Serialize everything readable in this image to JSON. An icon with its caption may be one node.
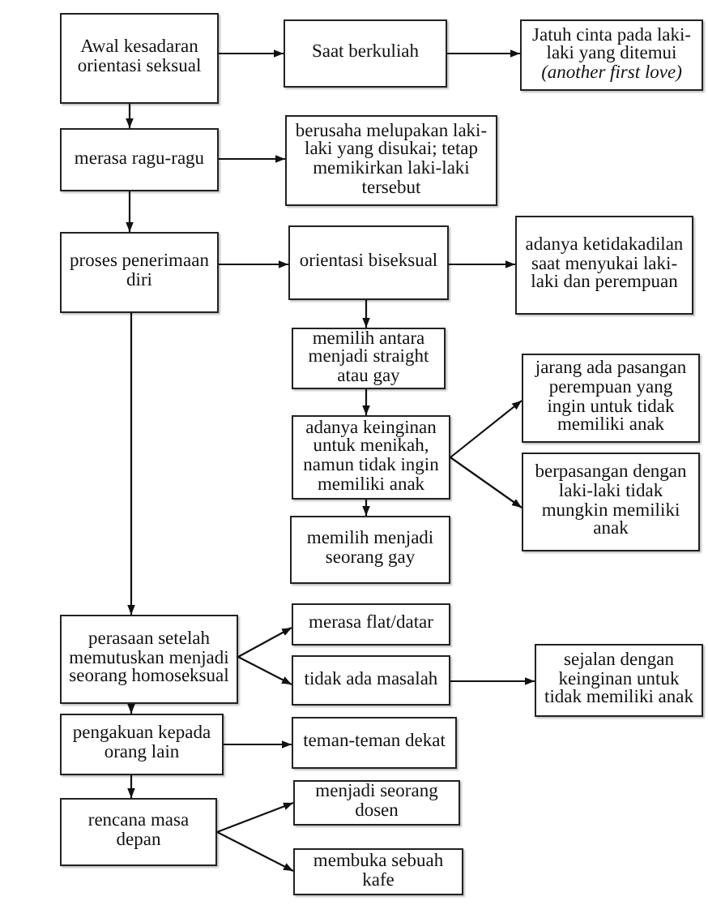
{
  "diagram": {
    "nodes": [
      {
        "text": [
          "Awal kesadaran orientasi seksual"
        ]
      },
      {
        "text": [
          "Saat berkuliah"
        ]
      },
      {
        "text": [
          "Jatuh cinta pada laki-laki yang ditemui *(another first love)*"
        ]
      },
      {
        "text": [
          "merasa ragu-ragu"
        ]
      },
      {
        "text": [
          "berusaha melupakan laki-laki yang disukai; tetap memikirkan laki-laki tersebut"
        ]
      },
      {
        "text": [
          "proses penerimaan diri"
        ]
      },
      {
        "text": [
          "orientasi biseksual"
        ]
      },
      {
        "text": [
          "adanya ketidakadilan saat menyukai laki-laki dan perempuan"
        ]
      },
      {
        "text": [
          "memilih antara menjadi straight atau gay"
        ]
      },
      {
        "text": [
          "jarang ada pasangan perempuan yang ingin untuk tidak memiliki anak"
        ]
      },
      {
        "text": [
          "adanya keinginan untuk menikah, namun tidak ingin memiliki anak"
        ]
      },
      {
        "text": [
          "berpasangan dengan laki-laki tidak mungkin memiliki anak"
        ]
      },
      {
        "text": [
          "memilih menjadi seorang gay"
        ]
      },
      {
        "text": [
          "perasaan setelah memutuskan menjadi seorang homoseksual"
        ]
      },
      {
        "text": [
          "merasa flat/datar"
        ]
      },
      {
        "text": [
          "tidak ada masalah"
        ]
      },
      {
        "text": [
          "sejalan dengan keinginan untuk tidak memiliki anak"
        ]
      },
      {
        "text": [
          "pengakuan kepada orang lain"
        ]
      },
      {
        "text": [
          "teman-teman dekat"
        ]
      },
      {
        "text": [
          "rencana masa depan"
        ]
      },
      {
        "text": [
          "menjadi seorang dosen"
        ]
      },
      {
        "text": [
          "membuka sebuah kafe"
        ]
      }
    ],
    "edges": [
      {
        "from": 0,
        "to": 1,
        "arrow": "to"
      },
      {
        "from": 1,
        "to": 2,
        "arrow": "to"
      },
      {
        "from": 0,
        "to": 3,
        "arrow": "to"
      },
      {
        "from": 3,
        "to": 4,
        "arrow": "to"
      },
      {
        "from": 3,
        "to": 5,
        "arrow": "to"
      },
      {
        "from": 5,
        "to": 6,
        "arrow": "to"
      },
      {
        "from": 6,
        "to": 7,
        "arrow": "to"
      },
      {
        "from": 6,
        "to": 8,
        "arrow": "to"
      },
      {
        "from": 8,
        "to": 10,
        "arrow": "to"
      },
      {
        "from": 10,
        "to": 9,
        "arrow": "to"
      },
      {
        "from": 10,
        "to": 11,
        "arrow": "to"
      },
      {
        "from": 10,
        "to": 12,
        "arrow": "to"
      },
      {
        "from": 5,
        "to": 13,
        "arrow": "to"
      },
      {
        "from": 13,
        "to": 14,
        "arrow": "to"
      },
      {
        "from": 13,
        "to": 15,
        "arrow": "to"
      },
      {
        "from": 15,
        "to": 16,
        "arrow": "to"
      },
      {
        "from": 13,
        "to": 17,
        "arrow": "to"
      },
      {
        "from": 17,
        "to": 18,
        "arrow": "to"
      },
      {
        "from": 17,
        "to": 19,
        "arrow": "to"
      },
      {
        "from": 19,
        "to": 20,
        "arrow": "to"
      },
      {
        "from": 19,
        "to": 21,
        "arrow": "to"
      }
    ]
  }
}
